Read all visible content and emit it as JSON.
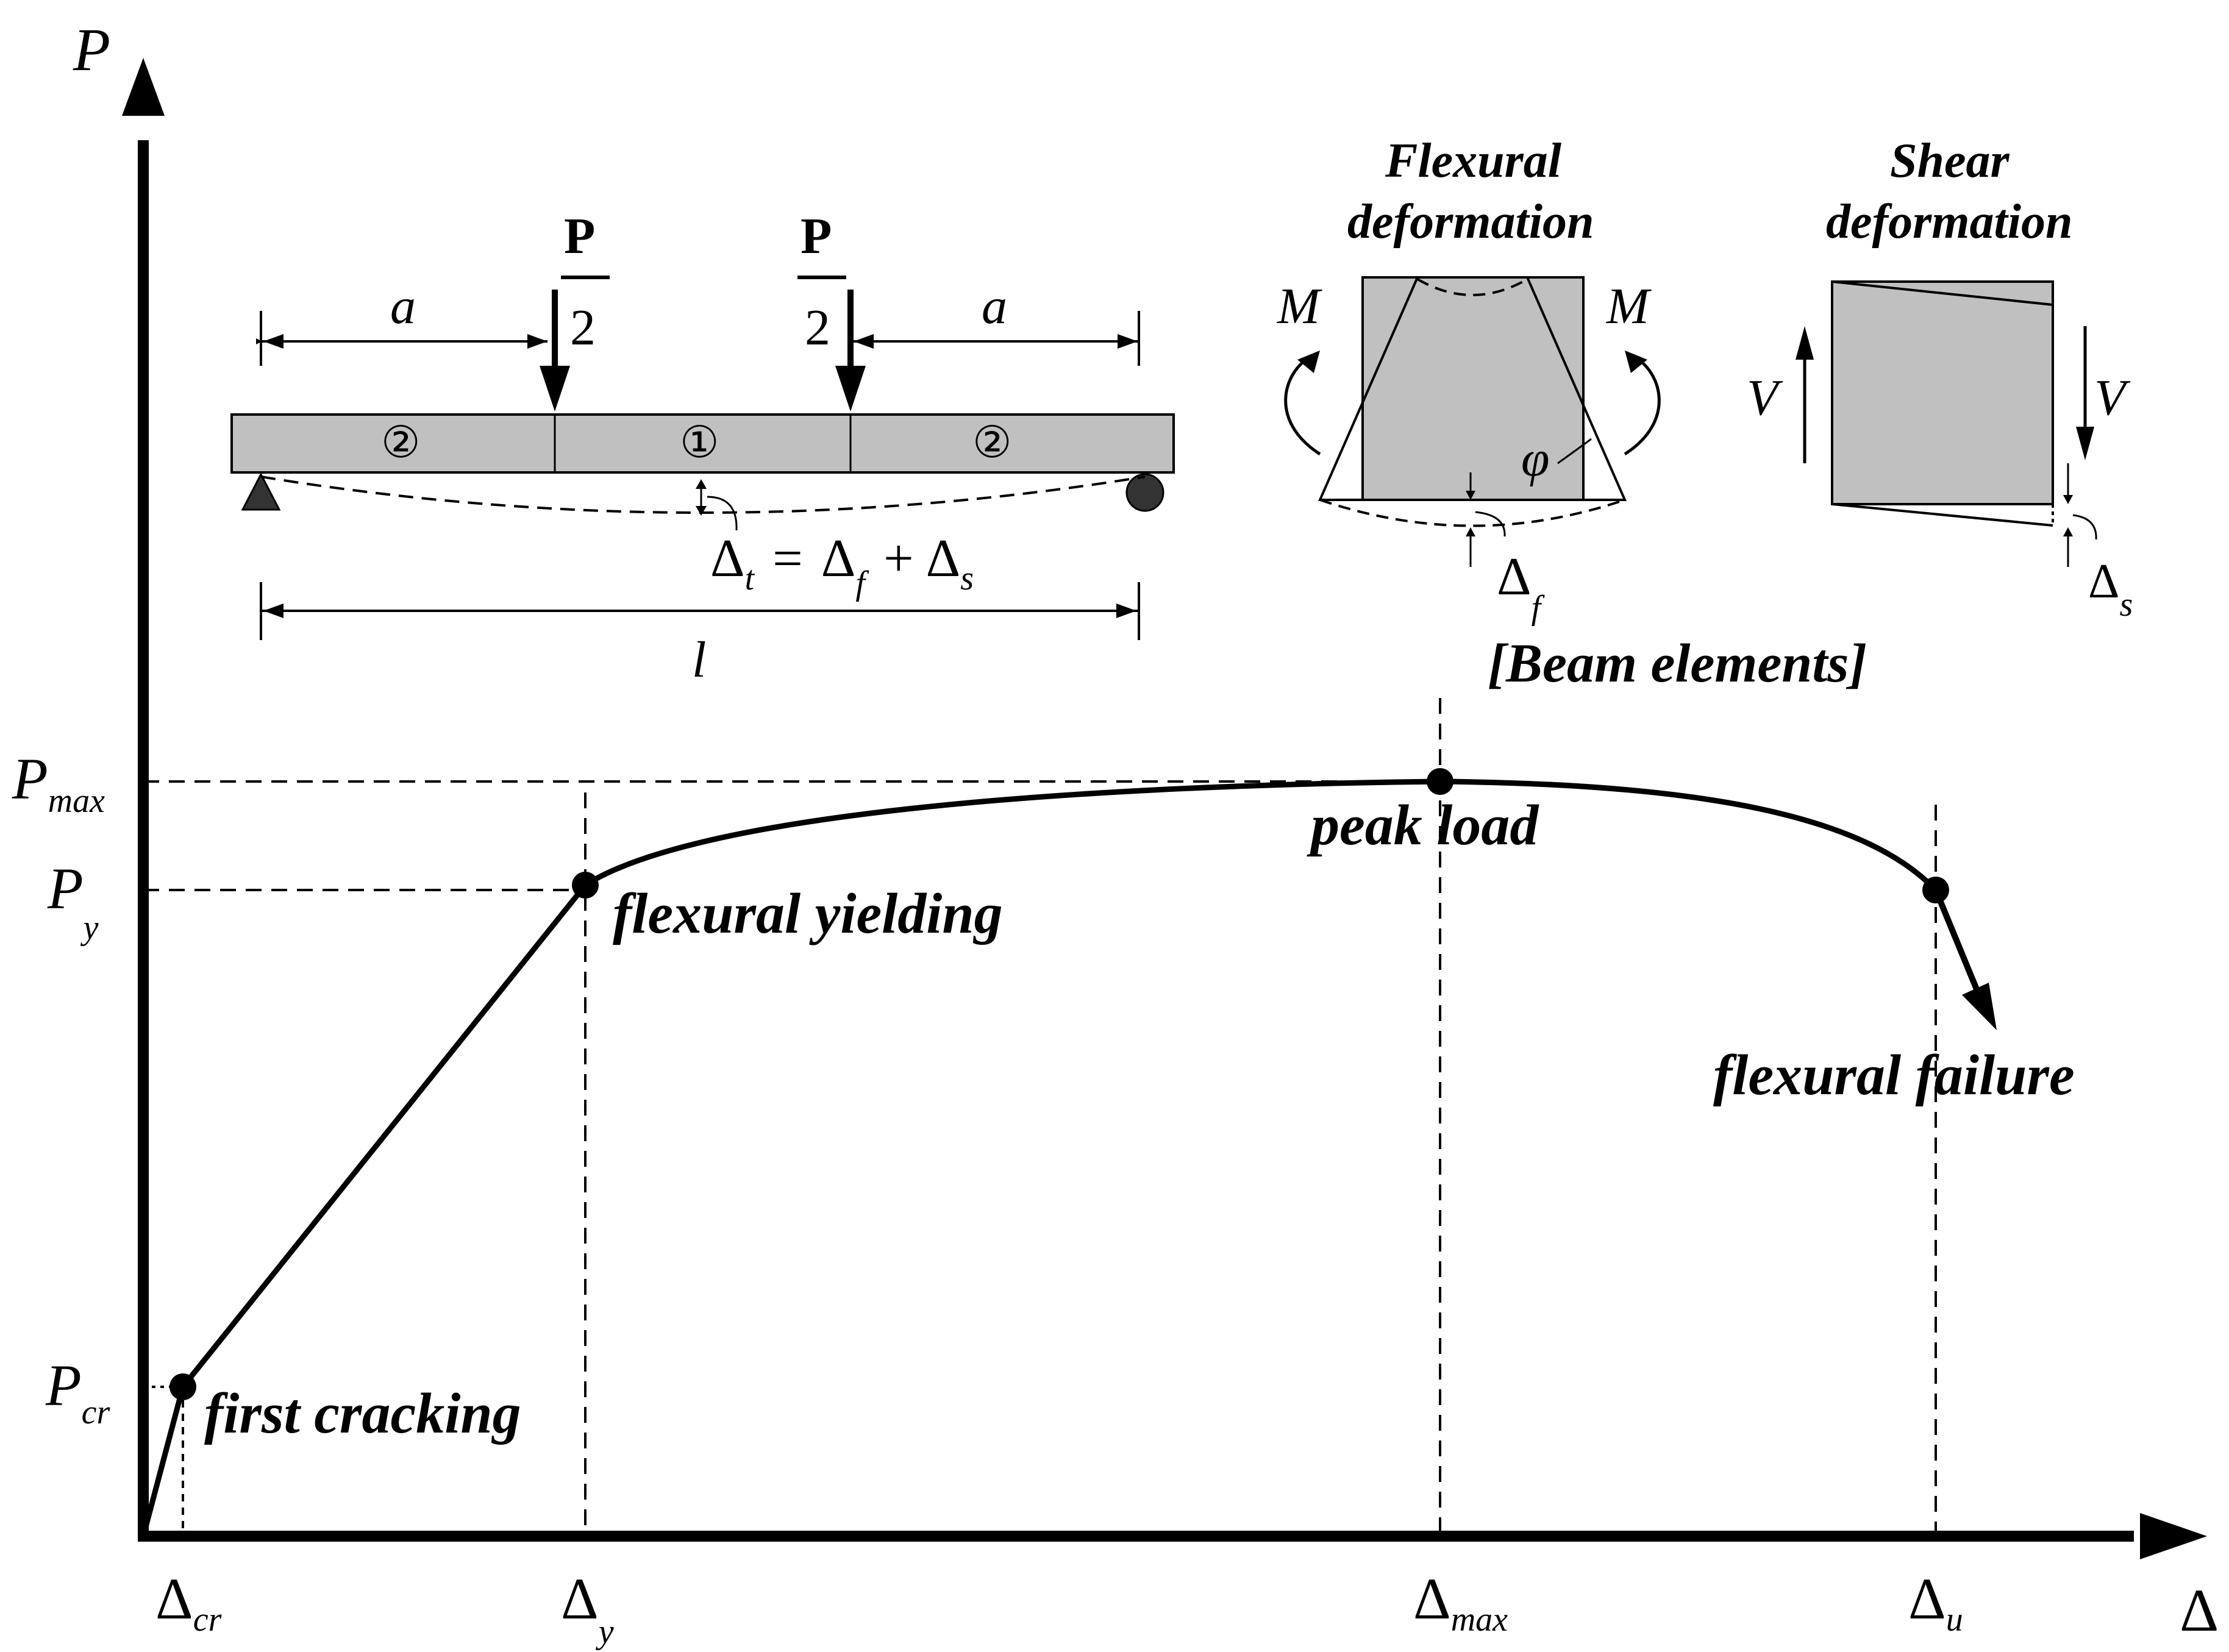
{
  "axes": {
    "y_label": "P",
    "x_label": "Δ"
  },
  "y_ticks": [
    {
      "base": "P",
      "sub": "max"
    },
    {
      "base": "P",
      "sub": "y"
    },
    {
      "base": "P",
      "sub": "cr"
    }
  ],
  "x_ticks": [
    {
      "base": "Δ",
      "sub": "cr"
    },
    {
      "base": "Δ",
      "sub": "y"
    },
    {
      "base": "Δ",
      "sub": "max"
    },
    {
      "base": "Δ",
      "sub": "u"
    }
  ],
  "points": {
    "first_cracking": "first cracking",
    "flexural_yielding": "flexural yielding",
    "peak_load": "peak load",
    "flexural_failure": "flexural failure"
  },
  "beam": {
    "load_num": "P",
    "load_den": "2",
    "span_a": "a",
    "span_l": "l",
    "region_1": "①",
    "region_2": "②",
    "deflection": {
      "delta": "Δ",
      "t": "t",
      "eq": "=",
      "f": "f",
      "plus": "+",
      "s": "s"
    }
  },
  "elements": {
    "flexural_title_1": "Flexural",
    "flexural_title_2": "deformation",
    "shear_title_1": "Shear",
    "shear_title_2": "deformation",
    "moment": "M",
    "shear_force": "V",
    "rotation": "φ",
    "delta_f_base": "Δ",
    "delta_f_sub": "f",
    "delta_s_base": "Δ",
    "delta_s_sub": "s",
    "caption": "[Beam elements]"
  }
}
